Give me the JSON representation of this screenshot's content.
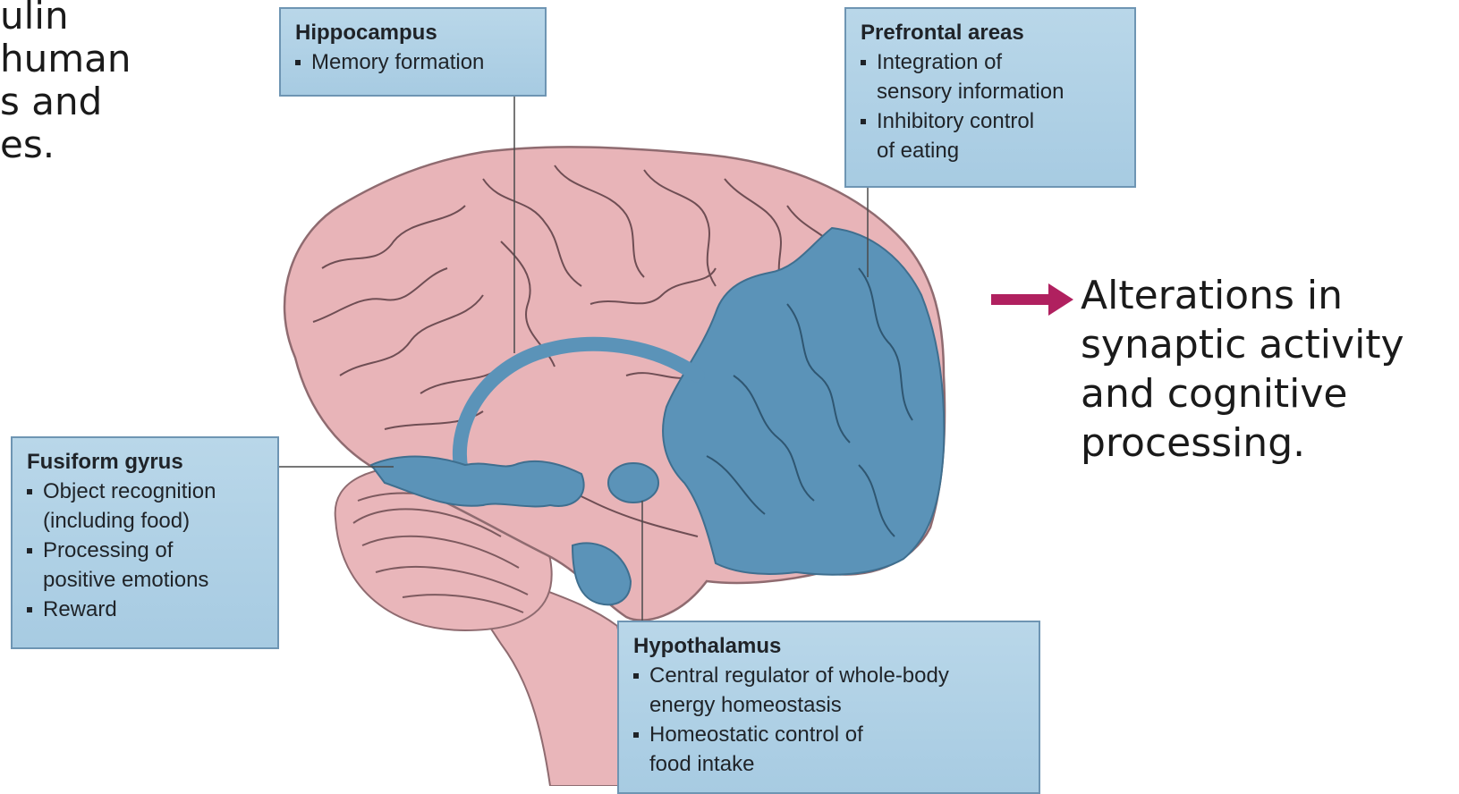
{
  "slide": {
    "left_text_lines": [
      "ulin",
      "human",
      "s and",
      "",
      "es."
    ],
    "callout": {
      "lines": [
        "Alterations in",
        "synaptic activity",
        "and cognitive",
        "processing."
      ]
    }
  },
  "labels": {
    "hippocampus": {
      "title": "Hippocampus",
      "items": [
        "Memory formation"
      ]
    },
    "prefrontal": {
      "title": "Prefrontal areas",
      "items": [
        "Integration of\nsensory information",
        "Inhibitory control\nof eating"
      ]
    },
    "fusiform": {
      "title": "Fusiform gyrus",
      "items": [
        "Object recognition\n(including food)",
        "Processing of\npositive emotions",
        "Reward"
      ]
    },
    "hypothalamus": {
      "title": "Hypothalamus",
      "items": [
        "Central regulator of whole-body\nenergy homeostasis",
        "Homeostatic control of\nfood intake"
      ]
    }
  },
  "colors": {
    "brain_pink": "#e8b4b8",
    "highlight_blue": "#5b93b8",
    "label_box_bg": "#b3d1e6",
    "arrow": "#b0205f"
  }
}
